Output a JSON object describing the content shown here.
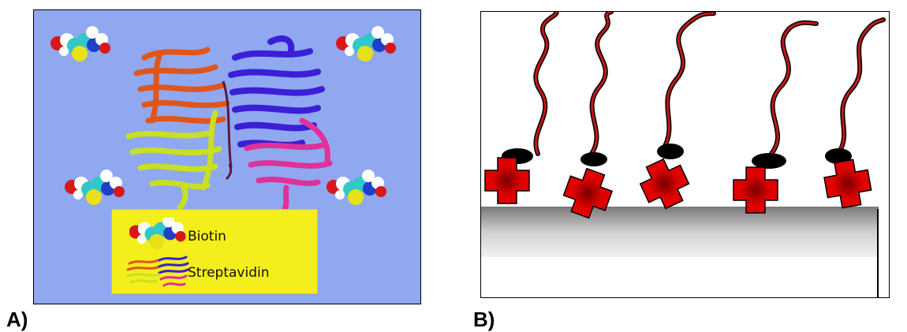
{
  "panels": {
    "a": {
      "label": "A)"
    },
    "b": {
      "label": "B)"
    }
  },
  "legend": {
    "biotin_label": "Biotin",
    "streptavidin_label": "Streptavidin"
  },
  "colors": {
    "panel_a_bg": "#8fa8f0",
    "legend_bg": "#f4ee1c",
    "strand_orange": "#e0561a",
    "strand_blue": "#3a1fd6",
    "strand_green": "#c8e020",
    "strand_magenta": "#e0309a",
    "protein_red": "#e00000",
    "linker": "#8b0000",
    "surface": "#c8c8c8"
  },
  "icons": {
    "biotin_molecule": "space-filling-molecule-icon",
    "streptavidin_structure": "ribbon-protein-icon"
  }
}
